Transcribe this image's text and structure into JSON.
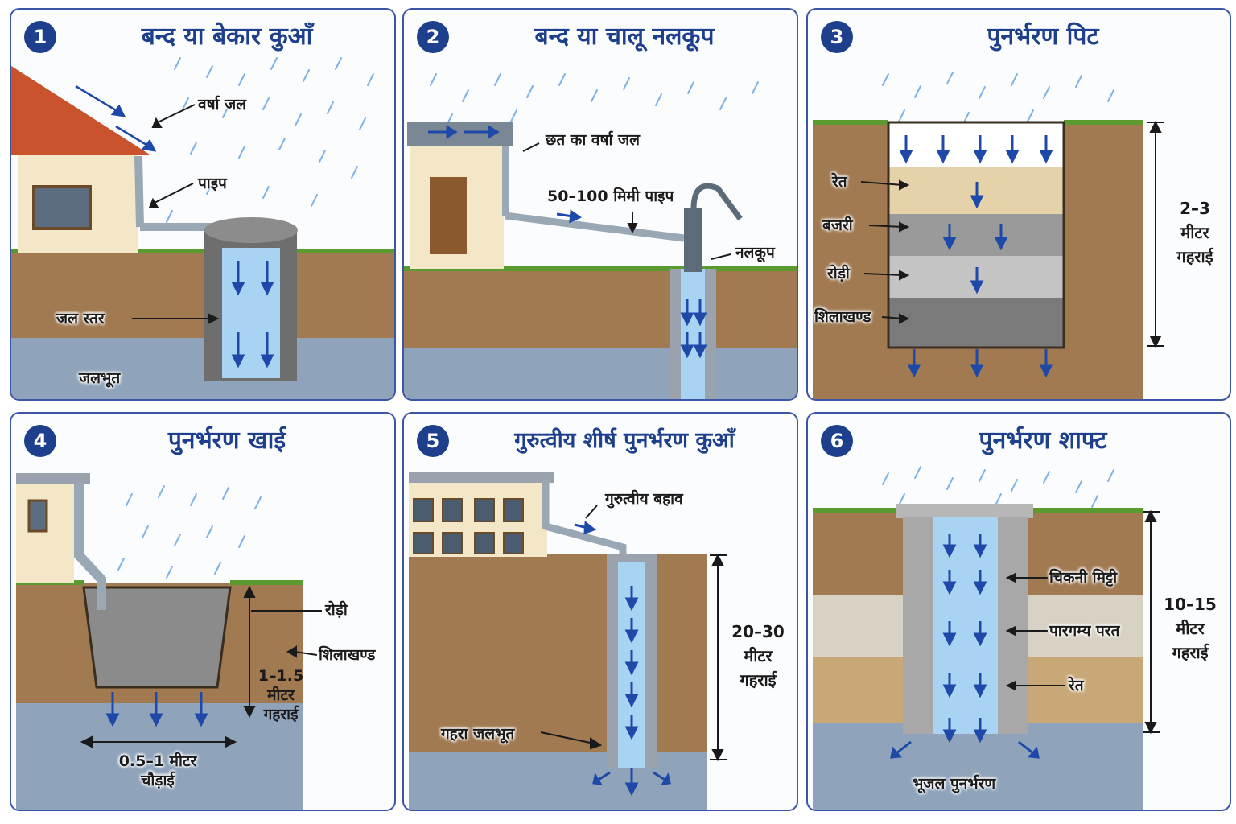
{
  "panels": [
    {
      "number": "1",
      "title": "बन्द या बेकार कुआँ",
      "labels": {
        "rain": "वर्षा जल",
        "pipe": "पाइप",
        "water_level": "जल स्तर",
        "aquifer": "जलभूत"
      }
    },
    {
      "number": "2",
      "title": "बन्द या चालू नलकूप",
      "labels": {
        "roof_rain": "छत का वर्षा जल",
        "pipe": "50–100 मिमी पाइप",
        "tubewell": "नलकूप"
      }
    },
    {
      "number": "3",
      "title": "पुनर्भरण पिट",
      "labels": {
        "sand": "रेत",
        "gravel": "बजरी",
        "pebbles": "रोड़ी",
        "boulders": "शिलाखण्ड"
      },
      "depth": {
        "line1": "2–3",
        "line2": "मीटर",
        "line3": "गहराई"
      }
    },
    {
      "number": "4",
      "title": "पुनर्भरण खाई",
      "labels": {
        "pebbles": "रोड़ी",
        "boulders": "शिलाखण्ड",
        "width1": "0.5–1 मीटर",
        "width2": "चौड़ाई"
      },
      "depth": {
        "line1": "1–1.5",
        "line2": "मीटर",
        "line3": "गहराई"
      }
    },
    {
      "number": "5",
      "title": "गुरुत्वीय शीर्ष पुनर्भरण कुआँ",
      "labels": {
        "gravity_flow": "गुरुत्वीय बहाव",
        "deep_aquifer": "गहरा जलभूत"
      },
      "depth": {
        "line1": "20–30",
        "line2": "मीटर",
        "line3": "गहराई"
      }
    },
    {
      "number": "6",
      "title": "पुनर्भरण शाफ्ट",
      "labels": {
        "clay": "चिकनी मिट्टी",
        "permeable": "पारगम्य परत",
        "sand": "रेत",
        "recharge": "भूजल पुनर्भरण"
      },
      "depth": {
        "line1": "10–15",
        "line2": "मीटर",
        "line3": "गहराई"
      }
    }
  ],
  "colors": {
    "border": "#3c55a5",
    "title": "#1d3f8c",
    "soil": "#a17a52",
    "aquifer": "#8fa4bb",
    "water": "#a9d3f2",
    "arrow": "#1f49a8",
    "grass": "#5a9a2e",
    "roof": "#c8532d",
    "wall": "#f3e7c8"
  }
}
